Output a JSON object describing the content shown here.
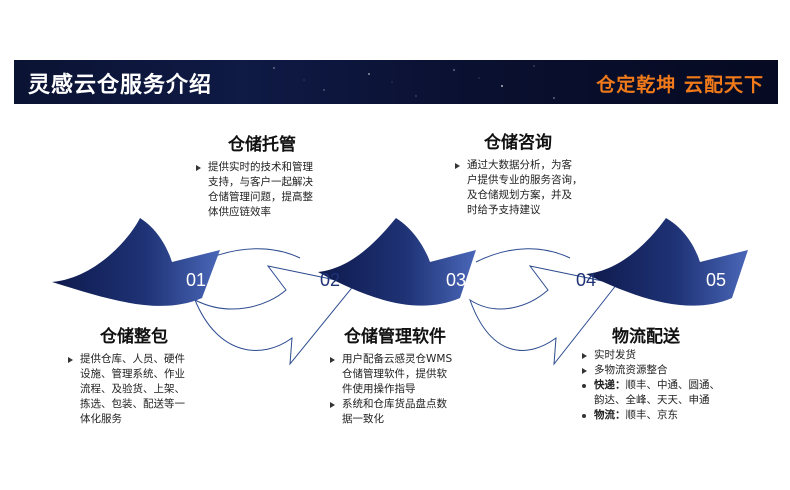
{
  "header": {
    "title": "灵感云仓服务介绍",
    "slogan": "仓定乾坤 云配天下"
  },
  "steps": [
    {
      "number": "01",
      "title": "仓储整包",
      "bullets": [
        "提供仓库、人员、硬件",
        "设施、管理系统、作业",
        "流程、及验货、上架、",
        "拣选、包装、配送等一",
        "体化服务"
      ]
    },
    {
      "number": "02",
      "title": "仓储托管",
      "bullets": [
        "提供实时的技术和管理",
        "支持，与客户一起解决",
        "仓储管理问题，提高整",
        "体供应链效率"
      ]
    },
    {
      "number": "03",
      "title": "仓储管理软件",
      "bullets": [
        "用户配备云感灵仓WMS",
        "仓储管理软件，提供软",
        "件使用操作指导",
        "系统和仓库货品盘点数",
        "据一致化"
      ]
    },
    {
      "number": "04",
      "title": "仓储咨询",
      "bullets": [
        "通过大数据分析，为客",
        "户提供专业的服务咨询，",
        "及仓储规划方案，并及",
        "时给予支持建议"
      ]
    },
    {
      "number": "05",
      "title": "物流配送",
      "bullets": [
        "实时发货",
        "多物流资源整合"
      ],
      "express": {
        "label": "快递：",
        "line1": "顺丰、中通、圆通、",
        "line2": "韵达、全峰、天天、申通"
      },
      "logistics": {
        "label": "物流：",
        "value": "顺丰、京东"
      }
    }
  ],
  "colors": {
    "banner_bg": "#0b1333",
    "slogan": "#f07a1a",
    "arrow_dark": "#16235e",
    "arrow_light": "#3a55a8",
    "number_text": "#ffffff",
    "outline_arrow": "#2c4b8f"
  }
}
